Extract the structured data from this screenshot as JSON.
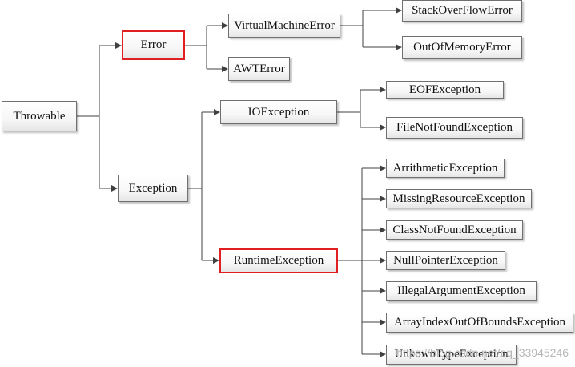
{
  "colors": {
    "highlight": "#e02020",
    "line": "#404040"
  },
  "nodes": {
    "throwable": "Throwable",
    "error": "Error",
    "exception": "Exception",
    "virtual_machine_error": "VirtualMachineError",
    "awt_error": "AWTError",
    "stack_overflow_error": "StackOverFlowError",
    "out_of_memory_error": "OutOfMemoryError",
    "io_exception": "IOException",
    "eof_exception": "EOFException",
    "file_not_found_exception": "FileNotFoundException",
    "runtime_exception": "RuntimeException",
    "arithmetic_exception": "ArrithmeticException",
    "missing_resource_exception": "MissingResourceException",
    "class_not_found_exception": "ClassNotFoundException",
    "null_pointer_exception": "NullPointerException",
    "illegal_argument_exception": "IllegalArgumentException",
    "array_index_out_of_bounds_exception": "ArrayIndexOutOfBoundsException",
    "unknown_type_exception": "UnkownTypeException"
  },
  "highlighted": [
    "error",
    "runtime_exception"
  ],
  "watermark": "https://blog.csdn.net/qq_33945246"
}
